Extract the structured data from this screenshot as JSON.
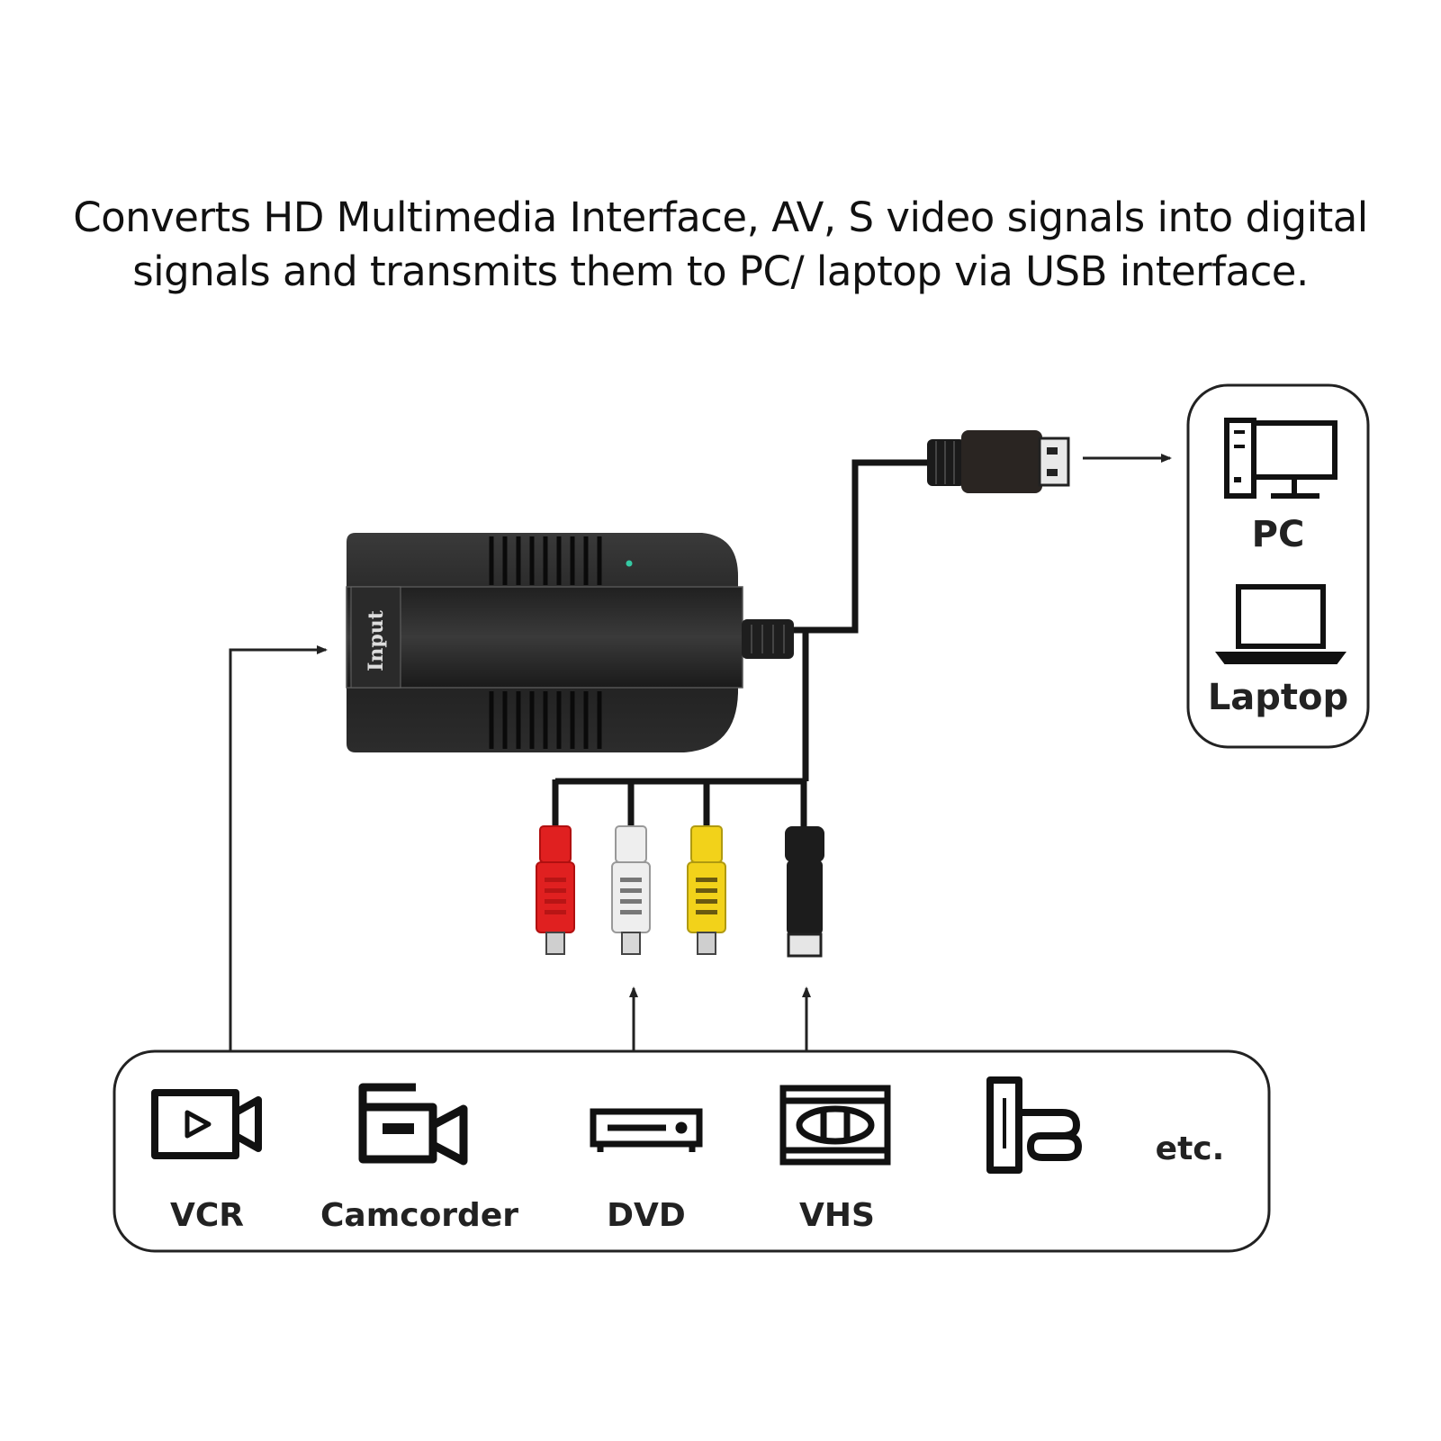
{
  "headline": {
    "line1": "Converts HD Multimedia Interface, AV, S video signals into digital",
    "line2": "signals and transmits them to PC/ laptop via USB interface."
  },
  "device": {
    "port_label": "Input"
  },
  "outputs": [
    {
      "label": "PC",
      "icon": "desktop-pc-icon"
    },
    {
      "label": "Laptop",
      "icon": "laptop-icon"
    }
  ],
  "connectors": [
    {
      "name": "red-rca-plug",
      "color": "#e02020"
    },
    {
      "name": "white-rca-plug",
      "color": "#eeeeee"
    },
    {
      "name": "yellow-rca-plug",
      "color": "#f2d21a"
    },
    {
      "name": "s-video-plug",
      "color": "#1c1c1c"
    }
  ],
  "sources": [
    {
      "label": "VCR",
      "icon": "video-camera-icon"
    },
    {
      "label": "Camcorder",
      "icon": "camcorder-icon"
    },
    {
      "label": "DVD",
      "icon": "dvd-player-icon"
    },
    {
      "label": "VHS",
      "icon": "vhs-tape-icon"
    },
    {
      "label": "",
      "icon": "game-console-icon"
    },
    {
      "label": "etc.",
      "icon": ""
    }
  ]
}
